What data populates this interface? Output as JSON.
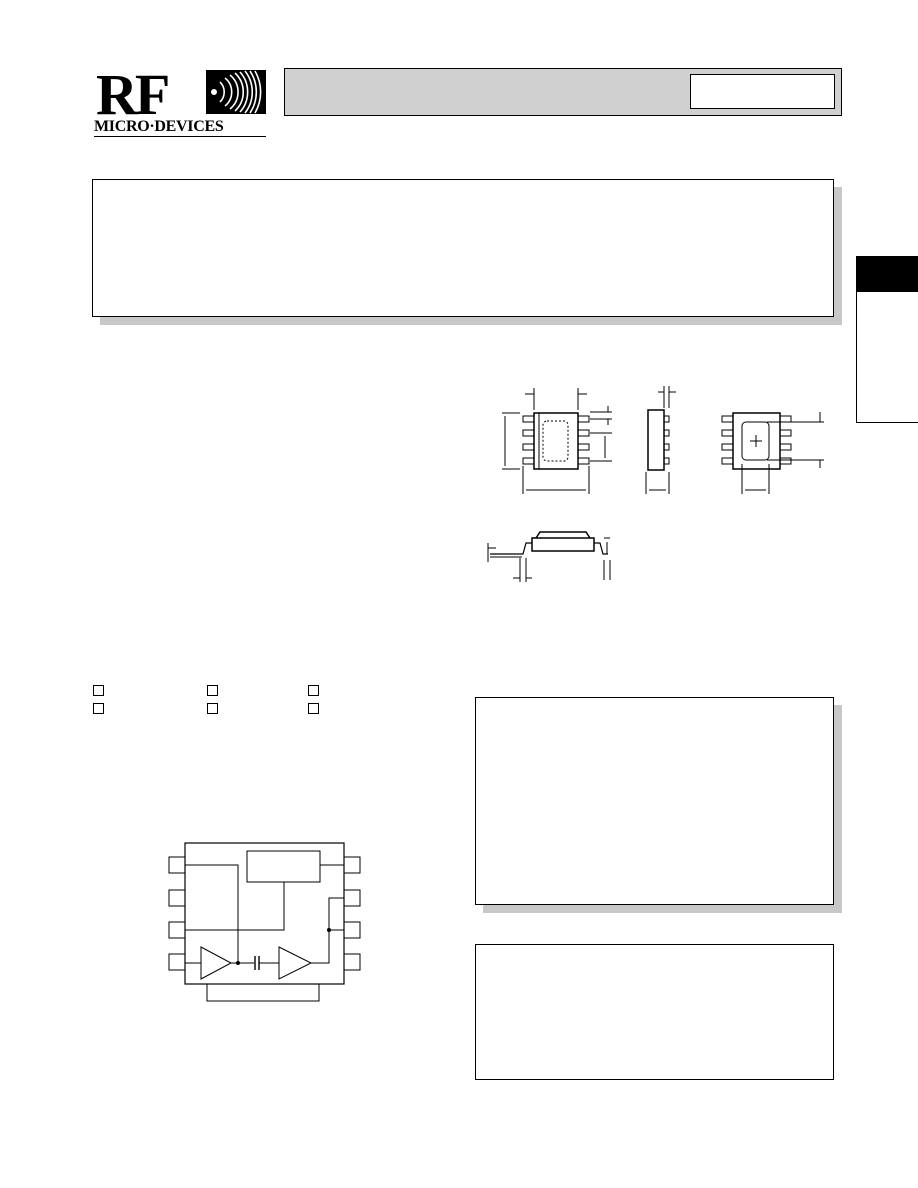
{
  "header": {
    "logo_letters": "RF",
    "logo_subtext": "MICRO·DEVICES",
    "title_bar_label": "",
    "part_number": ""
  },
  "side_tab": {
    "label": ""
  },
  "features_box": {
    "text": ""
  },
  "ordering_box": {
    "text": ""
  },
  "info_box": {
    "text": ""
  },
  "technology_checkboxes": {
    "count": 6,
    "checked": []
  },
  "icons": [
    "rf-wave-icon",
    "checkbox-icon",
    "amplifier-icon",
    "capacitor-icon"
  ]
}
